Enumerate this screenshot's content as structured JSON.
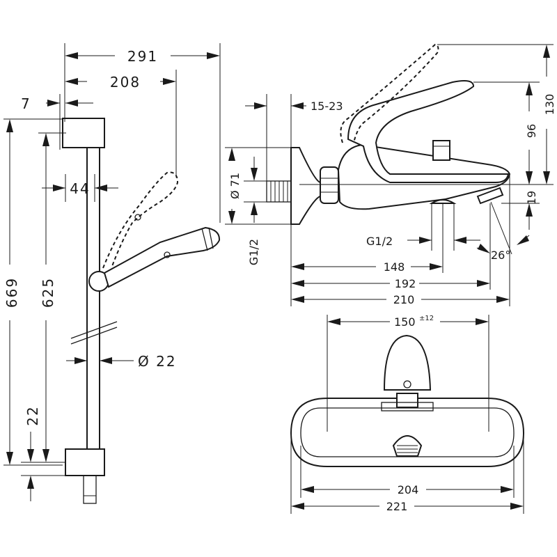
{
  "dimensions": {
    "d291": "291",
    "d208": "208",
    "d7": "7",
    "d44": "44",
    "d669": "669",
    "d625": "625",
    "d22_dia": "Ø 22",
    "d22": "22",
    "d15_23": "15-23",
    "d71": "Ø 71",
    "dG12_vertical": "G1/2",
    "d130": "130",
    "d96": "96",
    "d19": "19",
    "dG12": "G1/2",
    "d26": "26°",
    "d148": "148",
    "d192": "192",
    "d210": "210",
    "d150": "150",
    "d150_tol": "±12",
    "d204": "204",
    "d221": "221"
  }
}
